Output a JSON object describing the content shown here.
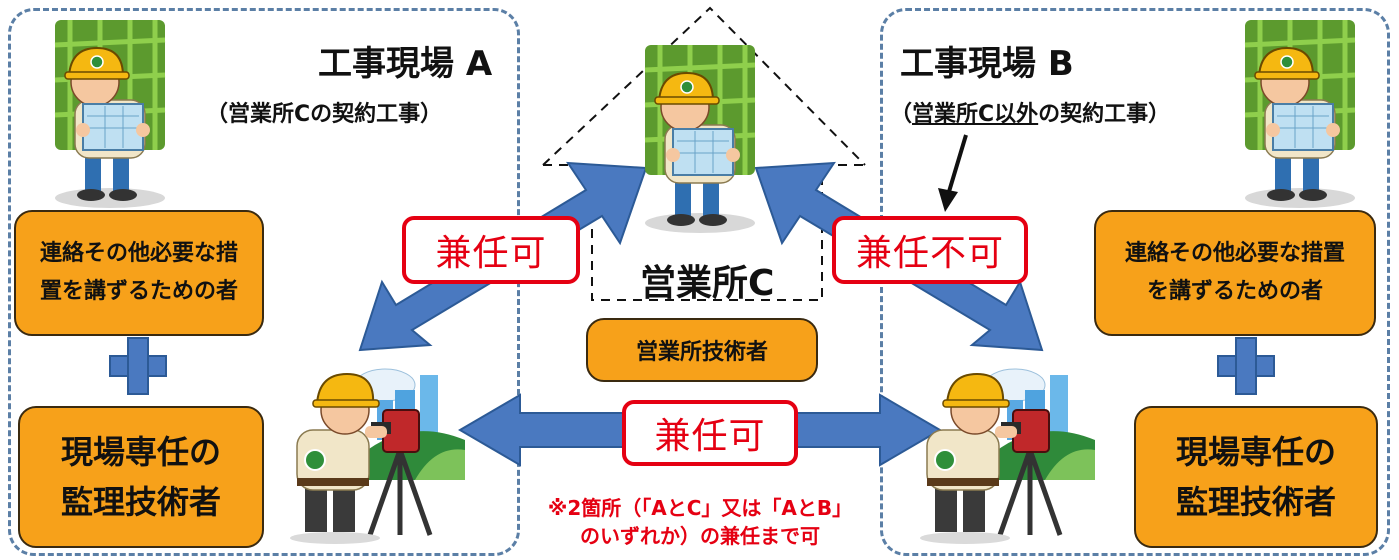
{
  "site_a": {
    "title": "工事現場 A",
    "subtitle": "（営業所Cの契約工事）",
    "liaison_box": "連絡その他必要な措置を講ずるための者",
    "engineer_box": "現場専任の監理技術者"
  },
  "site_b": {
    "title": "工事現場 B",
    "subtitle_prefix": "（",
    "subtitle_underlined": "営業所C以外",
    "subtitle_suffix": "の契約工事）",
    "liaison_box": "連絡その他必要な措置を講ずるための者",
    "engineer_box": "現場専任の監理技術者"
  },
  "office": {
    "label": "営業所C",
    "engineer_box": "営業所技術者"
  },
  "labels": {
    "left_arrow": "兼任可",
    "right_arrow": "兼任不可",
    "bottom_arrow": "兼任可"
  },
  "note": {
    "line1": "※2箇所（「AとC」又は「AとB」",
    "line2": "のいずれか）の兼任まで可"
  },
  "colors": {
    "frame": "#5b7fa6",
    "arrow": "#4a79c0",
    "box_fill": "#f7a11a",
    "label_red": "#e50012",
    "plus": "#4a79c0"
  },
  "icons": {
    "worker_blueprint": "construction-worker-with-blueprint-icon",
    "surveyor": "surveyor-with-theodolite-icon",
    "plus": "plus-icon"
  }
}
